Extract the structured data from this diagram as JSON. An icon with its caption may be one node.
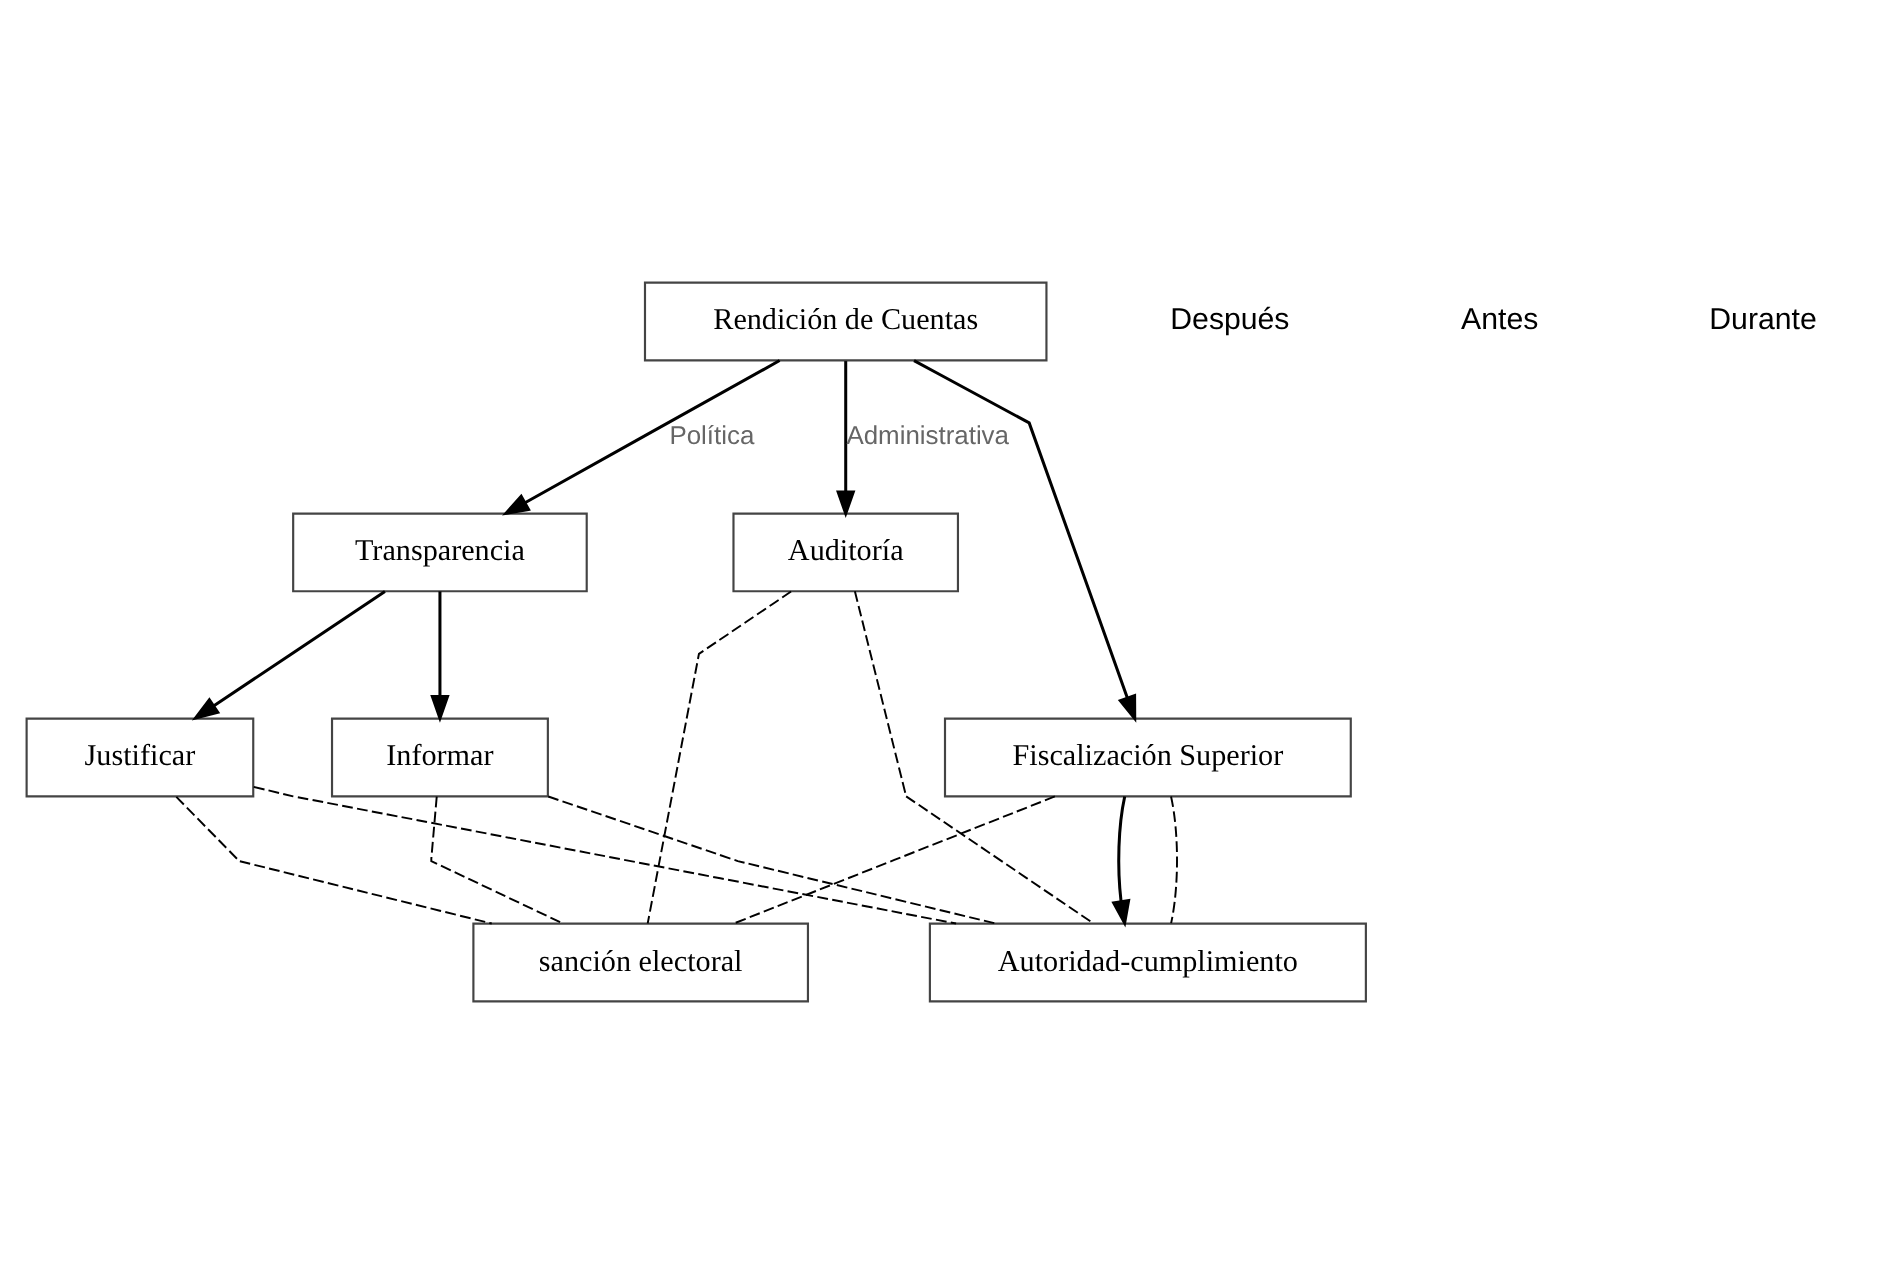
{
  "diagram": {
    "nodes": [
      {
        "text": [
          "Rendición de Cuentas"
        ]
      },
      {
        "text": [
          "Transparencia"
        ]
      },
      {
        "text": [
          "Auditoría"
        ]
      },
      {
        "text": [
          "Fiscalización Superior"
        ]
      },
      {
        "text": [
          "Justificar"
        ]
      },
      {
        "text": [
          "Informar"
        ]
      },
      {
        "text": [
          "sanción electoral"
        ]
      },
      {
        "text": [
          "Autoridad-cumplimiento"
        ]
      }
    ],
    "edges": [
      {
        "from": 0,
        "to": 1,
        "arrow": "to",
        "label": "Política"
      },
      {
        "from": 0,
        "to": 3,
        "arrow": "to"
      },
      {
        "from": 0,
        "to": 2,
        "arrow": "to",
        "label": "Administrativa"
      },
      {
        "from": 1,
        "to": 4,
        "arrow": "to"
      },
      {
        "from": 1,
        "to": 5,
        "arrow": "to"
      },
      {
        "from": 3,
        "to": 7,
        "arrow": "to"
      },
      {
        "from": 4,
        "to": 6,
        "arrow": "none",
        "style": "dashed"
      },
      {
        "from": 4,
        "to": 7,
        "arrow": "none",
        "style": "dashed"
      },
      {
        "from": 5,
        "to": 6,
        "arrow": "none",
        "style": "dashed"
      },
      {
        "from": 5,
        "to": 7,
        "arrow": "none",
        "style": "dashed"
      },
      {
        "from": 3,
        "to": 6,
        "arrow": "none",
        "style": "dashed"
      },
      {
        "from": 3,
        "to": 7,
        "arrow": "none",
        "style": "dashed"
      },
      {
        "from": 2,
        "to": 6,
        "arrow": "none",
        "style": "dashed"
      },
      {
        "from": 2,
        "to": 7,
        "arrow": "none",
        "style": "dashed"
      }
    ],
    "labels": [
      "Después",
      "Antes",
      "Durante"
    ]
  }
}
